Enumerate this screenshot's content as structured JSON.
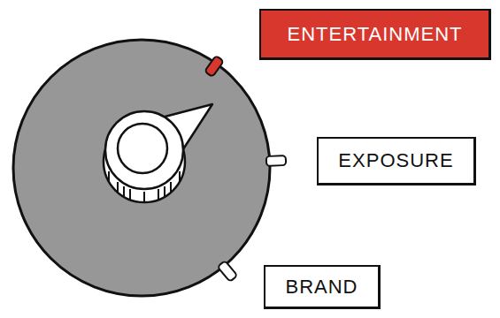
{
  "diagram": {
    "nodes": [
      {
        "text": [
          "ENTERTAINMENT"
        ]
      },
      {
        "text": [
          "EXPOSURE"
        ]
      },
      {
        "text": [
          "BRAND"
        ]
      }
    ]
  }
}
